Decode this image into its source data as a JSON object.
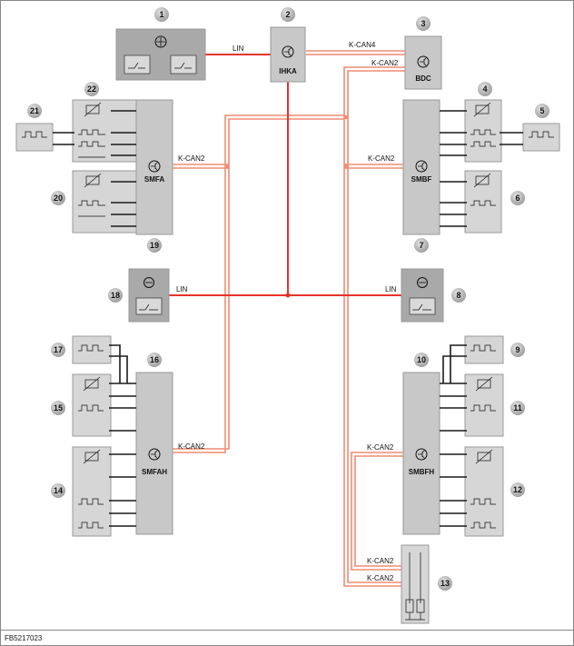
{
  "diagram": {
    "reference_code": "FB5217023",
    "bus_labels": {
      "lin": "LIN",
      "kcan2": "K-CAN2",
      "kcan4": "K-CAN4"
    },
    "control_units": {
      "ihka": "IHKA",
      "bdc": "BDC",
      "smfa": "SMFA",
      "smbf": "SMBF",
      "smfah": "SMFAH",
      "smbfh": "SMBFH"
    },
    "callouts": [
      "1",
      "2",
      "3",
      "4",
      "5",
      "6",
      "7",
      "8",
      "9",
      "10",
      "11",
      "12",
      "13",
      "14",
      "15",
      "16",
      "17",
      "18",
      "19",
      "20",
      "21",
      "22"
    ],
    "colors": {
      "lin_bus": "#e8332a",
      "kcan_bus": "#f08b72",
      "unit_fill": "#c8c8c8",
      "unit_fill_dark": "#a9a9a9",
      "callout_fill": "#b4b4b4",
      "wire": "#1a1a1a",
      "frame": "#888888"
    }
  }
}
